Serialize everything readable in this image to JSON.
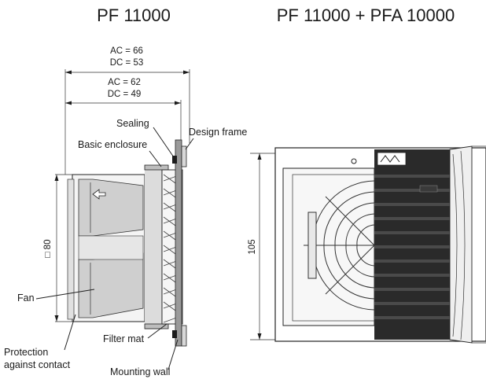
{
  "titles": {
    "left": "PF 11000",
    "right": "PF 11000 + PFA 10000"
  },
  "dimensions": {
    "outer_ac": "AC = 66",
    "outer_dc": "DC = 53",
    "inner_ac": "AC = 62",
    "inner_dc": "DC = 49",
    "height_left": "□ 80",
    "height_right": "105"
  },
  "labels": {
    "sealing": "Sealing",
    "design_frame": "Design frame",
    "basic_enclosure": "Basic enclosure",
    "fan": "Fan",
    "filter_mat": "Filter mat",
    "protection_line1": "Protection",
    "protection_line2": "against contact",
    "mounting_wall": "Mounting wall"
  }
}
